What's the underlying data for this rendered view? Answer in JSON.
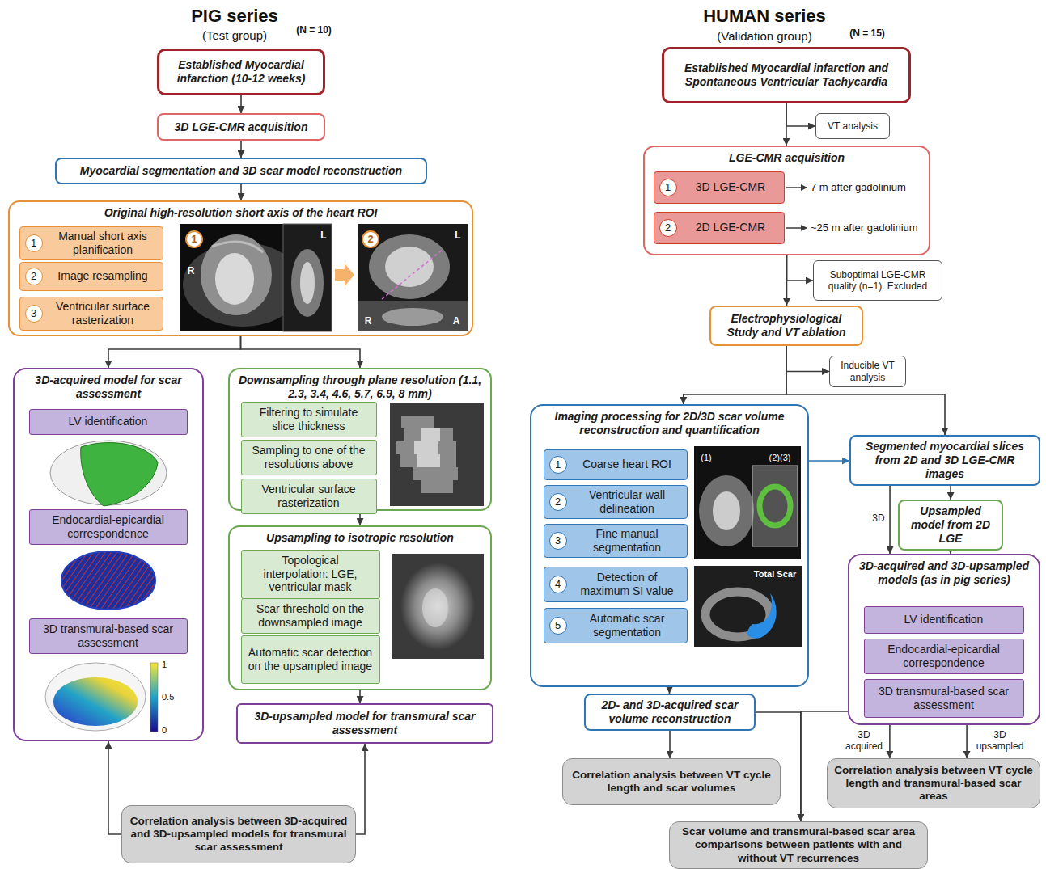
{
  "diagram": {
    "nodes": [
      {
        "text": [
          "Established Myocardial infarction (10-12 weeks)"
        ]
      },
      {
        "text": [
          "3D LGE-CMR acquisition"
        ]
      },
      {
        "text": [
          "Myocardial segmentation and 3D scar model reconstruction"
        ]
      },
      {
        "text": [
          "Original high-resolution short axis of the heart ROI"
        ]
      },
      {
        "text": [
          "1",
          "Manual short axis planification"
        ],
        "in": 3
      },
      {
        "text": [
          "2",
          "Image resampling"
        ],
        "in": 3
      },
      {
        "text": [
          "3",
          "Ventricular surface rasterization"
        ],
        "in": 3
      },
      {
        "text": [
          "3D-acquired model for scar assessment"
        ]
      },
      {
        "text": [
          "LV identification"
        ],
        "in": 7
      },
      {
        "text": [
          "Endocardial-epicardial correspondence"
        ],
        "in": 7
      },
      {
        "text": [
          "3D transmural-based scar assessment"
        ],
        "in": 7
      },
      {
        "text": [
          "Downsampling through plane resolution (1.1, 2.3, 3.4, 4.6, 5.7, 6.9, 8 mm)"
        ]
      },
      {
        "text": [
          "Filtering to simulate slice thickness"
        ],
        "in": 11
      },
      {
        "text": [
          "Sampling to one of the resolutions above"
        ],
        "in": 11
      },
      {
        "text": [
          "Ventricular surface rasterization"
        ],
        "in": 11
      },
      {
        "text": [
          "Upsampling to isotropic resolution"
        ]
      },
      {
        "text": [
          "Topological interpolation: LGE, ventricular mask"
        ],
        "in": 15
      },
      {
        "text": [
          "Scar threshold on the downsampled image"
        ],
        "in": 15
      },
      {
        "text": [
          "Automatic scar detection on the upsampled image"
        ],
        "in": 15
      },
      {
        "text": [
          "3D-upsampled model for transmural scar assessment"
        ]
      },
      {
        "text": [
          "Correlation analysis between 3D-acquired and 3D-upsampled models for transmural scar assessment"
        ]
      },
      {
        "text": [
          "Established Myocardial infarction and Spontaneous Ventricular Tachycardia"
        ]
      },
      {
        "text": [
          "VT analysis"
        ]
      },
      {
        "text": [
          "LGE-CMR acquisition"
        ]
      },
      {
        "text": [
          "1",
          "3D LGE-CMR"
        ],
        "in": 23
      },
      {
        "text": [
          "2",
          "2D LGE-CMR"
        ],
        "in": 23
      },
      {
        "text": [
          "Suboptimal LGE-CMR quality (n=1). Excluded"
        ]
      },
      {
        "text": [
          "Electrophysiological Study and VT ablation"
        ]
      },
      {
        "text": [
          "Inducible VT analysis"
        ]
      },
      {
        "text": [
          "Imaging processing for 2D/3D scar volume reconstruction and quantification"
        ]
      },
      {
        "text": [
          "1",
          "Coarse heart ROI"
        ],
        "in": 29
      },
      {
        "text": [
          "2",
          "Ventricular wall delineation"
        ],
        "in": 29
      },
      {
        "text": [
          "3",
          "Fine manual segmentation"
        ],
        "in": 29
      },
      {
        "text": [
          "4",
          "Detection of maximum SI value"
        ],
        "in": 29
      },
      {
        "text": [
          "5",
          "Automatic scar segmentation"
        ],
        "in": 29
      },
      {
        "text": [
          "Segmented myocardial slices from 2D and 3D LGE-CMR images"
        ]
      },
      {
        "text": [
          "Upsampled model from 2D LGE"
        ]
      },
      {
        "text": [
          "3D-acquired and 3D-upsampled models (as in pig series)"
        ]
      },
      {
        "text": [
          "LV identification"
        ],
        "in": 37
      },
      {
        "text": [
          "Endocardial-epicardial correspondence"
        ],
        "in": 37
      },
      {
        "text": [
          "3D transmural-based scar assessment"
        ],
        "in": 37
      },
      {
        "text": [
          "2D- and 3D-acquired scar volume reconstruction"
        ]
      },
      {
        "text": [
          "Correlation analysis between VT cycle length and scar volumes"
        ]
      },
      {
        "text": [
          "Correlation analysis between VT cycle length and transmural-based scar areas"
        ]
      },
      {
        "text": [
          "Scar volume and transmural-based scar area comparisons between patients with and without VT recurrences"
        ]
      }
    ],
    "edges": [
      {
        "from": 0,
        "to": 1,
        "arrow": "to"
      },
      {
        "from": 1,
        "to": 2,
        "arrow": "to"
      },
      {
        "from": 2,
        "to": 3,
        "arrow": "to"
      },
      {
        "from": 3,
        "to": 7,
        "arrow": "to"
      },
      {
        "from": 3,
        "to": 11,
        "arrow": "to"
      },
      {
        "from": 11,
        "to": 15,
        "arrow": "to"
      },
      {
        "from": 15,
        "to": 19,
        "arrow": "to"
      },
      {
        "from": 20,
        "to": 7,
        "arrow": "to"
      },
      {
        "from": 20,
        "to": 19,
        "arrow": "to"
      },
      {
        "from": 21,
        "to": 23,
        "arrow": "to"
      },
      {
        "from": 21,
        "to": 22,
        "arrow": "to"
      },
      {
        "from": 23,
        "to": 26,
        "arrow": "to"
      },
      {
        "from": 23,
        "to": 27,
        "arrow": "to"
      },
      {
        "from": 27,
        "to": 28,
        "arrow": "to"
      },
      {
        "from": 27,
        "to": 29,
        "arrow": "to"
      },
      {
        "from": 27,
        "to": 35,
        "arrow": "to"
      },
      {
        "from": 29,
        "to": 35,
        "arrow": "to"
      },
      {
        "from": 35,
        "to": 37,
        "label": "3D",
        "arrow": "to"
      },
      {
        "from": 35,
        "to": 36,
        "arrow": "to"
      },
      {
        "from": 36,
        "to": 37,
        "arrow": "to"
      },
      {
        "from": 29,
        "to": 41,
        "arrow": "to"
      },
      {
        "from": 41,
        "to": 42,
        "arrow": "to"
      },
      {
        "from": 37,
        "to": 43,
        "label": "3D acquired",
        "arrow": "to"
      },
      {
        "from": 37,
        "to": 43,
        "label": "3D upsampled",
        "arrow": "to"
      },
      {
        "from": 41,
        "to": 44,
        "arrow": "to"
      },
      {
        "from": 37,
        "to": 44,
        "arrow": "to"
      }
    ],
    "labels": [
      "PIG series",
      "(Test group)",
      "(N = 10)",
      "1",
      "R",
      "L",
      "2",
      "L",
      "R",
      "A",
      "1",
      "0.5",
      "0",
      "HUMAN series",
      "(Validation group)",
      "(N = 15)",
      "7 m after gadolinium",
      "~25 m after gadolinium",
      "(1)",
      "(2)(3)",
      "Total Scar"
    ]
  }
}
